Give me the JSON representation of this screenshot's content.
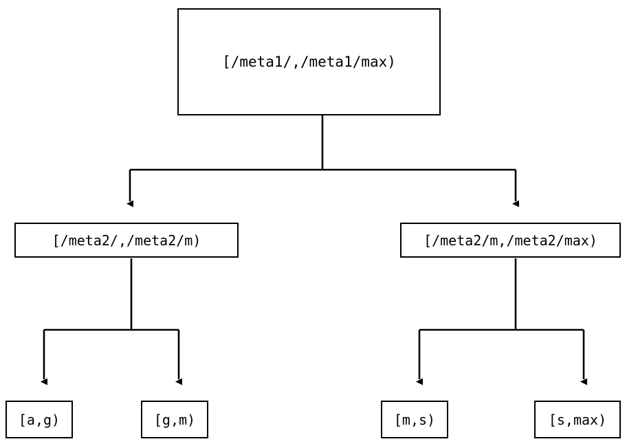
{
  "diagram": {
    "type": "tree-diagram",
    "background_color": "#ffffff",
    "stroke_color": "#000000",
    "nodes": {
      "root": {
        "label": "[/meta1/,/meta1/max)"
      },
      "mid_left": {
        "label": "[/meta2/,/meta2/m)"
      },
      "mid_right": {
        "label": "[/meta2/m,/meta2/max)"
      },
      "leaves": [
        {
          "label": "[a,g)"
        },
        {
          "label": "[g,m)"
        },
        {
          "label": "[m,s)"
        },
        {
          "label": "[s,max)"
        }
      ]
    },
    "edges": [
      {
        "from": "root",
        "to": "mid_left",
        "arrow": "down"
      },
      {
        "from": "root",
        "to": "mid_right",
        "arrow": "down"
      },
      {
        "from": "mid_left",
        "to": "leaf_a_g",
        "arrow": "down"
      },
      {
        "from": "mid_left",
        "to": "leaf_g_m",
        "arrow": "down"
      },
      {
        "from": "mid_right",
        "to": "leaf_m_s",
        "arrow": "down"
      },
      {
        "from": "mid_right",
        "to": "leaf_s_max",
        "arrow": "down"
      }
    ]
  }
}
